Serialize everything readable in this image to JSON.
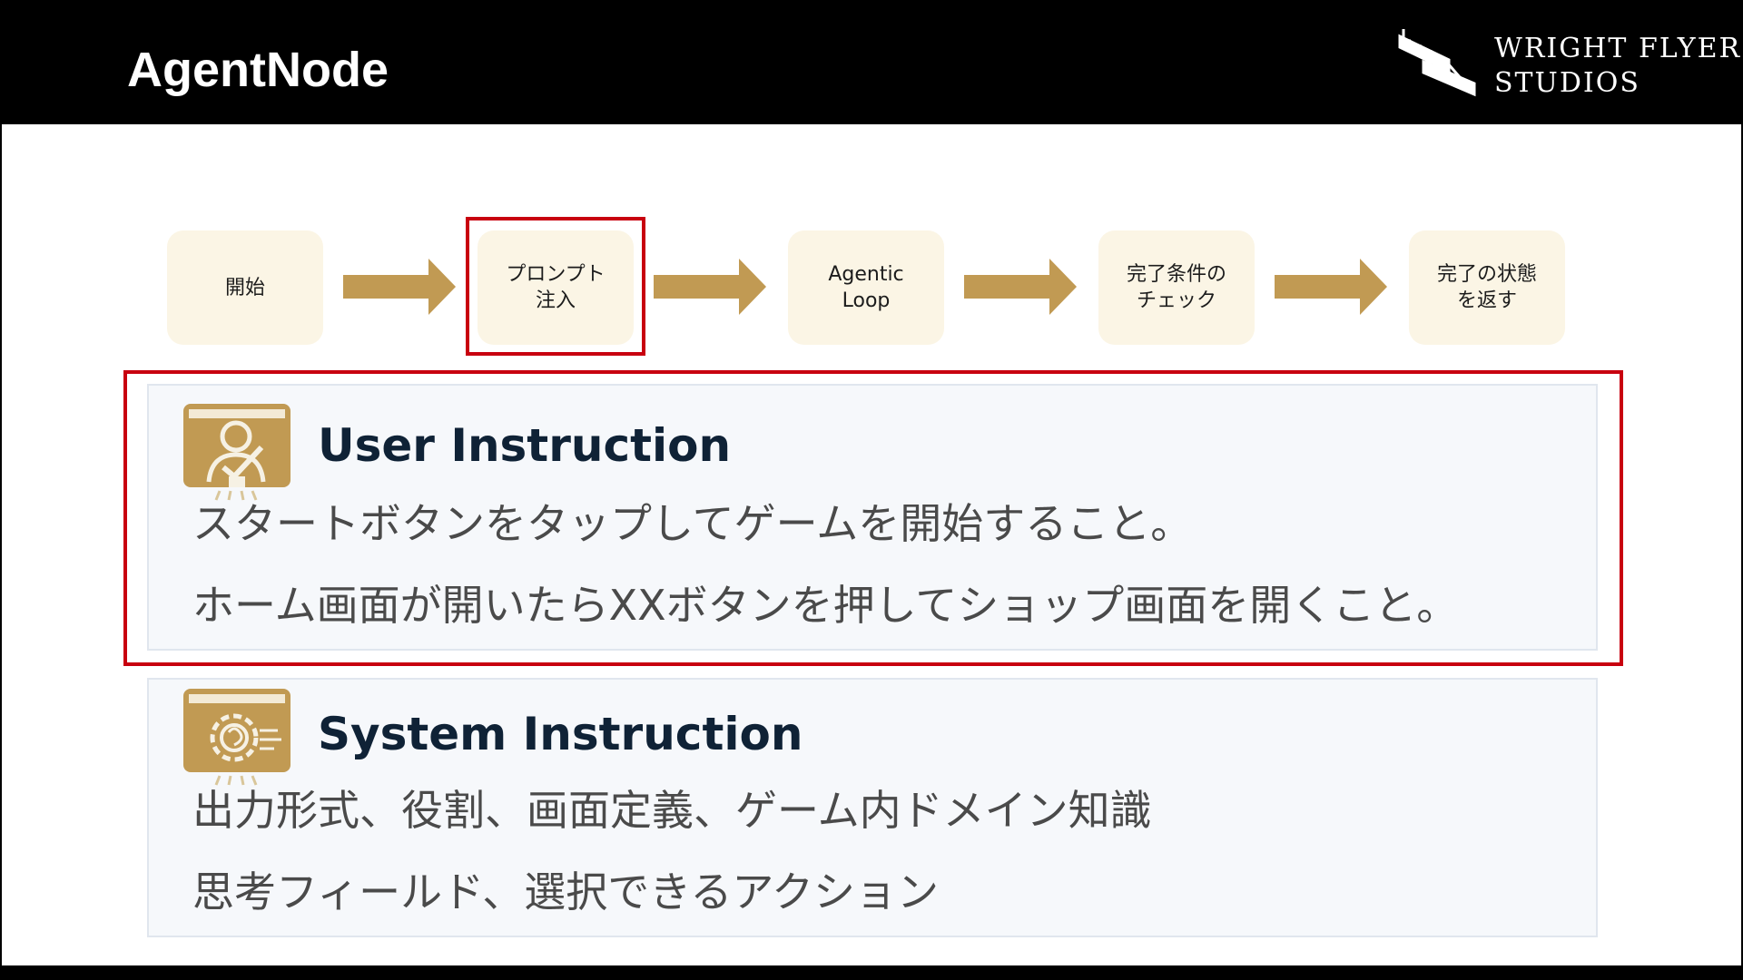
{
  "slide": {
    "title": "AgentNode"
  },
  "logo": {
    "line1": "WRIGHT FLYER",
    "line2": "STUDIOS"
  },
  "flow": {
    "steps": [
      {
        "label": "開始"
      },
      {
        "label": "プロンプト\n注入"
      },
      {
        "label": "Agentic\nLoop"
      },
      {
        "label": "完了条件の\nチェック"
      },
      {
        "label": "完了の状態\nを返す"
      }
    ],
    "highlighted_step": 1
  },
  "user_instruction": {
    "heading": "User Instruction",
    "lines": [
      "スタートボタンをタップしてゲームを開始すること。",
      "ホーム画面が開いたらXXボタンを押してショップ画面を開くこと。"
    ],
    "icon": "user-check-icon"
  },
  "system_instruction": {
    "heading": "System Instruction",
    "lines": [
      "出力形式、役割、画面定義、ゲーム内ドメイン知識",
      "思考フィールド、選択できるアクション"
    ],
    "icon": "gear-brain-icon"
  },
  "colors": {
    "gold": "#c19a53",
    "step_bg": "#fbf5e5",
    "highlight_red": "#c8000f",
    "panel_bg": "#f6f8fb",
    "heading_navy": "#0f2236"
  }
}
